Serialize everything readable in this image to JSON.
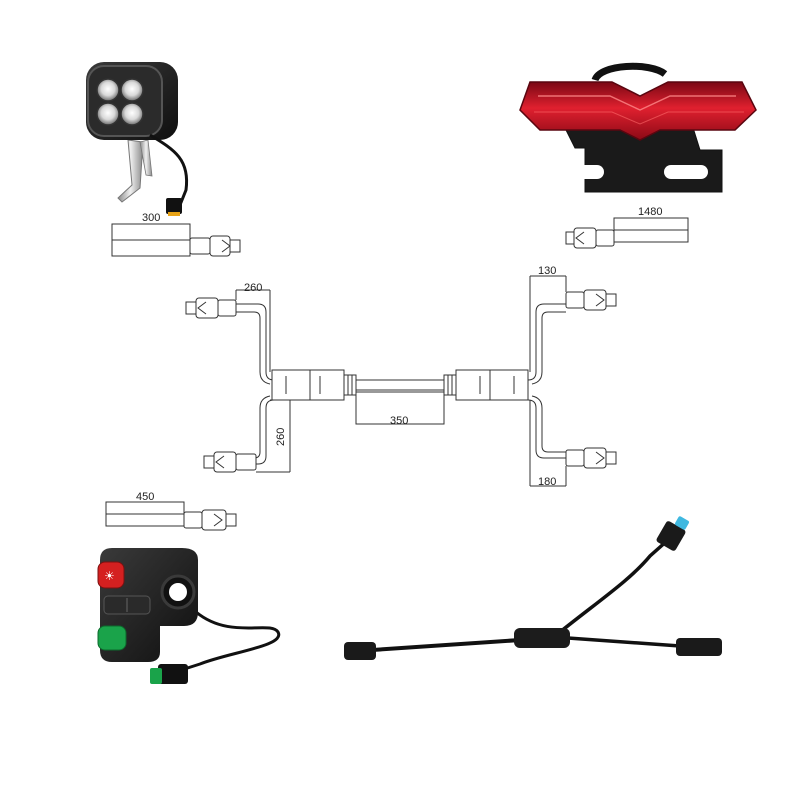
{
  "products": {
    "headlight": {
      "name": "headlight"
    },
    "taillight": {
      "name": "taillight"
    },
    "switch": {
      "name": "handlebar-switch"
    },
    "harness": {
      "name": "y-splitter-harness"
    }
  },
  "dimensions": {
    "headlight_cable": "300",
    "taillight_cable": "1480",
    "switch_cable": "450",
    "splitter_left_top": "260",
    "splitter_left_vertical": "260",
    "splitter_center": "350",
    "splitter_right_top": "130",
    "splitter_right_bottom": "180"
  },
  "colors": {
    "line": "#333333",
    "housing": "#1c1c1c",
    "tail_red": "#c8102e",
    "switch_red": "#d42020",
    "switch_green": "#1aa34a",
    "connector_blue": "#3fb8e0",
    "connector_yellow": "#e8a317",
    "chrome": "#c9c9c9"
  }
}
